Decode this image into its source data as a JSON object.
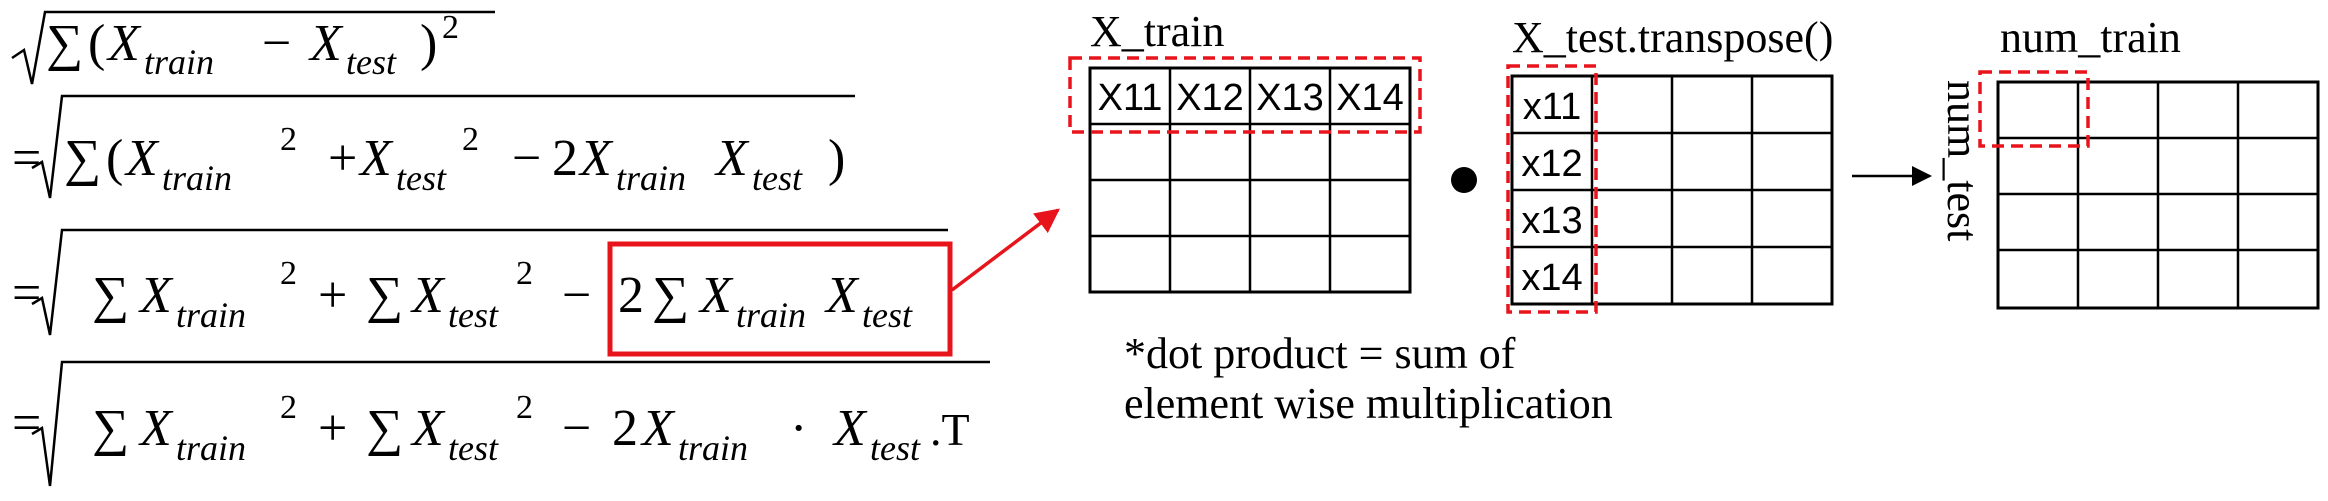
{
  "colors": {
    "highlight": "#e8141b",
    "ink": "#000000",
    "background": "#ffffff"
  },
  "equations": {
    "line1": {
      "prefix": "",
      "sum": "∑",
      "open": "(",
      "x": "X",
      "train": "train",
      "minus": "−",
      "test": "test",
      "close": ")",
      "square": "2"
    },
    "line2": {
      "prefix": "=",
      "sum": "∑",
      "open": "(",
      "x": "X",
      "train": "train",
      "square": "2",
      "plus": "+",
      "test": "test",
      "minus": "−",
      "two": "2",
      "close": ")"
    },
    "line3": {
      "prefix": "=",
      "sum": "∑",
      "x": "X",
      "train": "train",
      "square": "2",
      "plus": "+",
      "test": "test",
      "minus": "−",
      "two": "2"
    },
    "line4": {
      "prefix": "=",
      "sum": "∑",
      "x": "X",
      "train": "train",
      "square": "2",
      "plus": "+",
      "test": "test",
      "minus": "−",
      "two": "2",
      "dot": "·",
      "transpose": ".T"
    }
  },
  "x_train": {
    "title": "X_train",
    "first_row": [
      "X11",
      "X12",
      "X13",
      "X14"
    ],
    "rows": 4,
    "cols": 4
  },
  "x_test_t": {
    "title": "X_test.transpose()",
    "first_col": [
      "x11",
      "x12",
      "x13",
      "x14"
    ],
    "rows": 4,
    "cols": 4
  },
  "dot_operator": "●",
  "result": {
    "col_label": "num_train",
    "row_label": "num_test",
    "rows": 4,
    "cols": 4
  },
  "note": {
    "line1": "*dot product = sum of",
    "line2": "element wise multiplication"
  },
  "icons": [
    "arrow-icon",
    "dot-product-icon"
  ]
}
